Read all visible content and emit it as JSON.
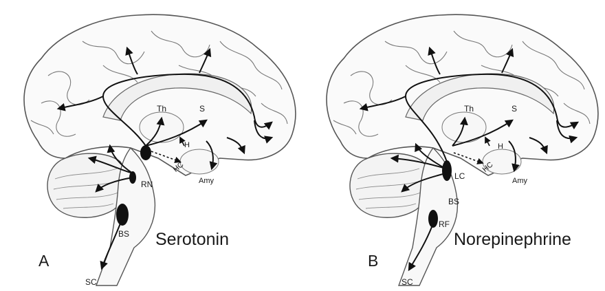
{
  "panels": [
    {
      "id": "A",
      "letter": "A",
      "title": "Serotonin",
      "labels": {
        "th": "Th",
        "s": "S",
        "h": "H",
        "hc": "HC",
        "amy": "Amy",
        "rn": "RN",
        "bs": "BS",
        "sc": "SC"
      }
    },
    {
      "id": "B",
      "letter": "B",
      "title": "Norepinephrine",
      "labels": {
        "th": "Th",
        "s": "S",
        "h": "H",
        "hc": "HC",
        "amy": "Amy",
        "lc": "LC",
        "bs": "BS",
        "rf": "RF",
        "sc": "SC"
      }
    }
  ]
}
